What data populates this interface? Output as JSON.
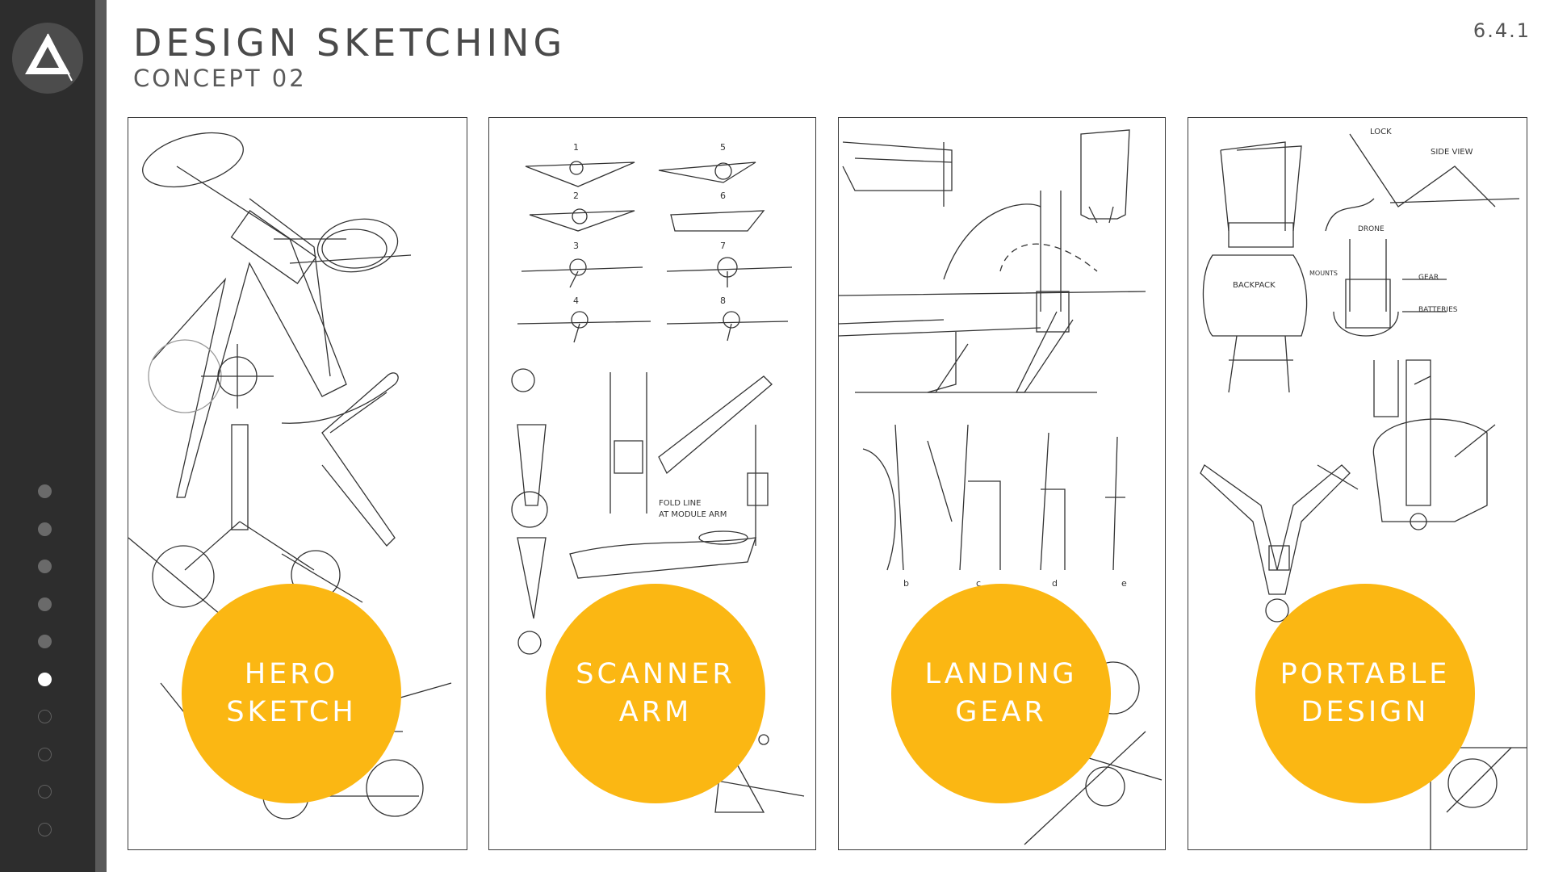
{
  "header": {
    "title": "DESIGN SKETCHING",
    "subtitle": "CONCEPT 02",
    "slide_number": "6.4.1"
  },
  "sidebar": {
    "logo": "logo-triangle-icon",
    "nav_dots": [
      {
        "state": "filled"
      },
      {
        "state": "filled"
      },
      {
        "state": "filled"
      },
      {
        "state": "filled"
      },
      {
        "state": "filled"
      },
      {
        "state": "active"
      },
      {
        "state": "empty"
      },
      {
        "state": "empty"
      },
      {
        "state": "empty"
      },
      {
        "state": "empty"
      }
    ]
  },
  "panels": [
    {
      "line1": "HERO",
      "line2": "SKETCH"
    },
    {
      "line1": "SCANNER",
      "line2": "ARM"
    },
    {
      "line1": "LANDING",
      "line2": "GEAR"
    },
    {
      "line1": "PORTABLE",
      "line2": "DESIGN"
    }
  ],
  "sketch_notes": {
    "fold_line_1": "FOLD LINE",
    "fold_line_2": "AT MODULE ARM",
    "lock": "LOCK",
    "side_view": "SIDE VIEW",
    "backpack": "BACKPACK",
    "drone": "DRONE",
    "gear": "GEAR",
    "batteries": "BATTERIES",
    "mounts": "MOUNTS",
    "profile_numbers": [
      "1",
      "2",
      "3",
      "4",
      "5",
      "6",
      "7",
      "8"
    ],
    "gear_letters": [
      "b",
      "c",
      "d",
      "e"
    ]
  },
  "colors": {
    "accent": "#fbb713",
    "sidebar": "#2d2d2d",
    "sidebar_edge": "#5a5a5a",
    "text": "#4a4a4a"
  }
}
